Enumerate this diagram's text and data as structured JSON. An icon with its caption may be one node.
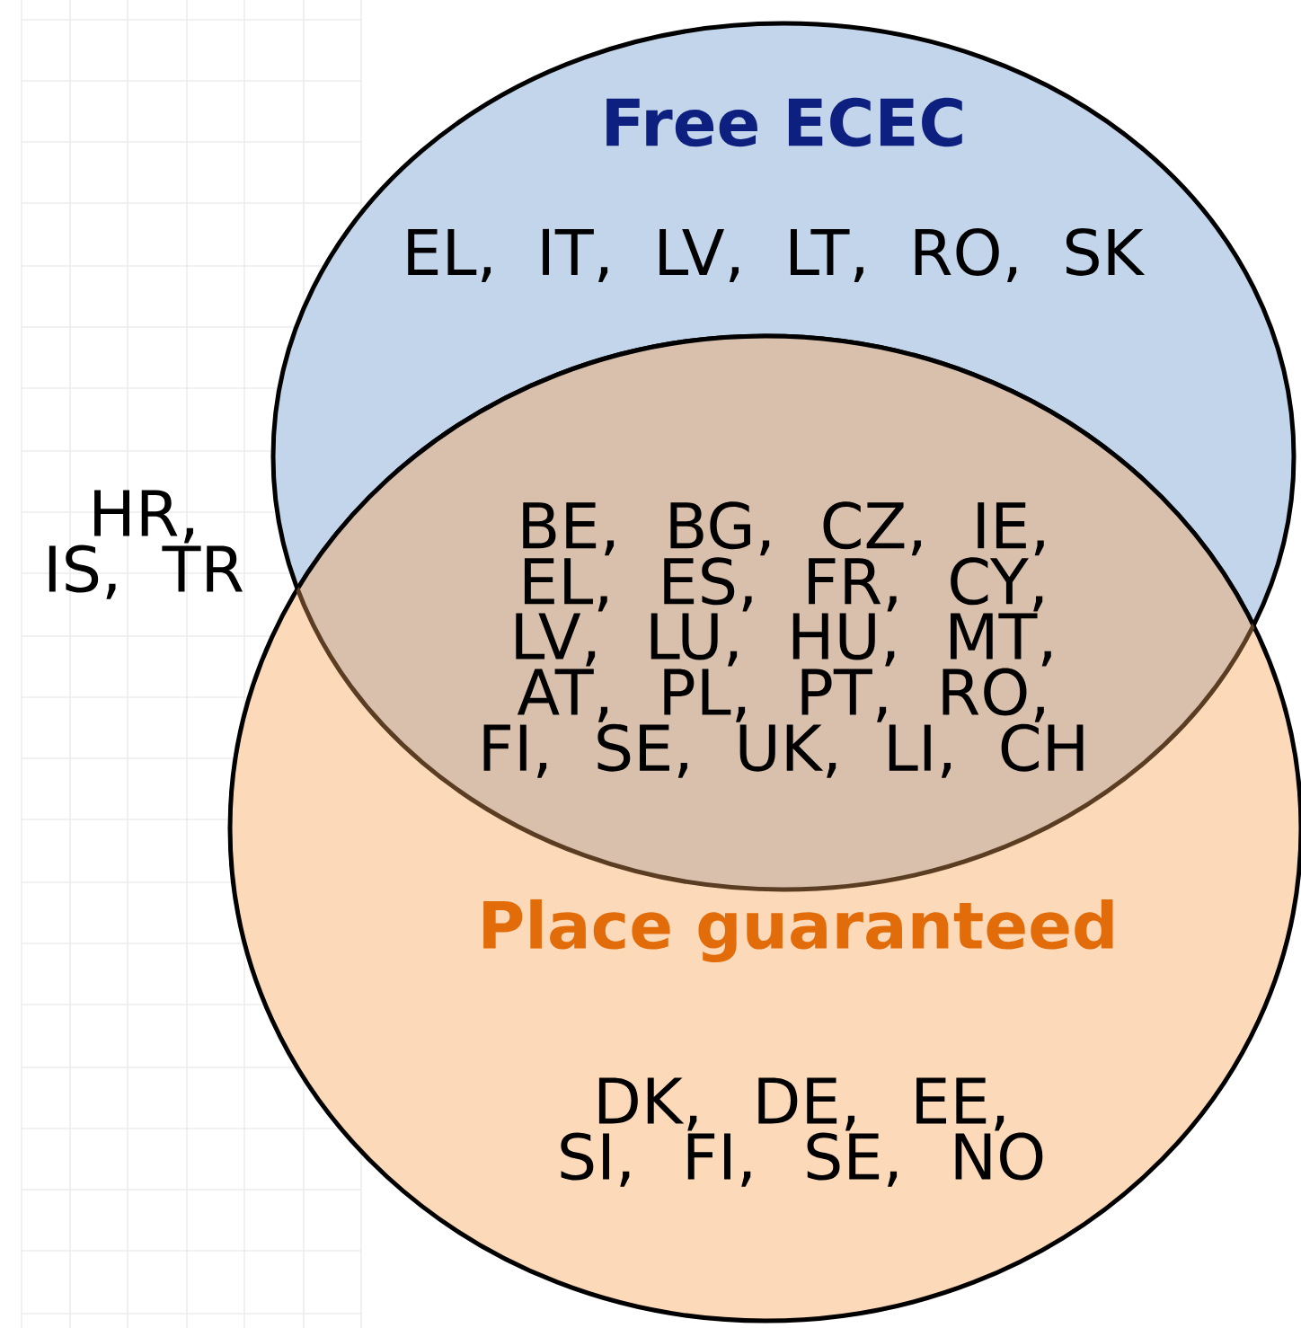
{
  "diagram": {
    "nodes": [
      {
        "text": [
          "Free ECEC",
          "EL, IT, LV, LT, RO, SK"
        ]
      },
      {
        "text": [
          "Place guaranteed",
          "DK, DE, EE, SI, FI, SE, NO"
        ]
      },
      {
        "text": [
          "BE, BG, CZ, IE, EL, ES, FR, CY, LV, LU, HU, MT, AT, PL, PT, RO, FI, SE, UK, LI, CH"
        ]
      }
    ],
    "edges": [],
    "labels": [
      "HR, IS, TR"
    ]
  }
}
